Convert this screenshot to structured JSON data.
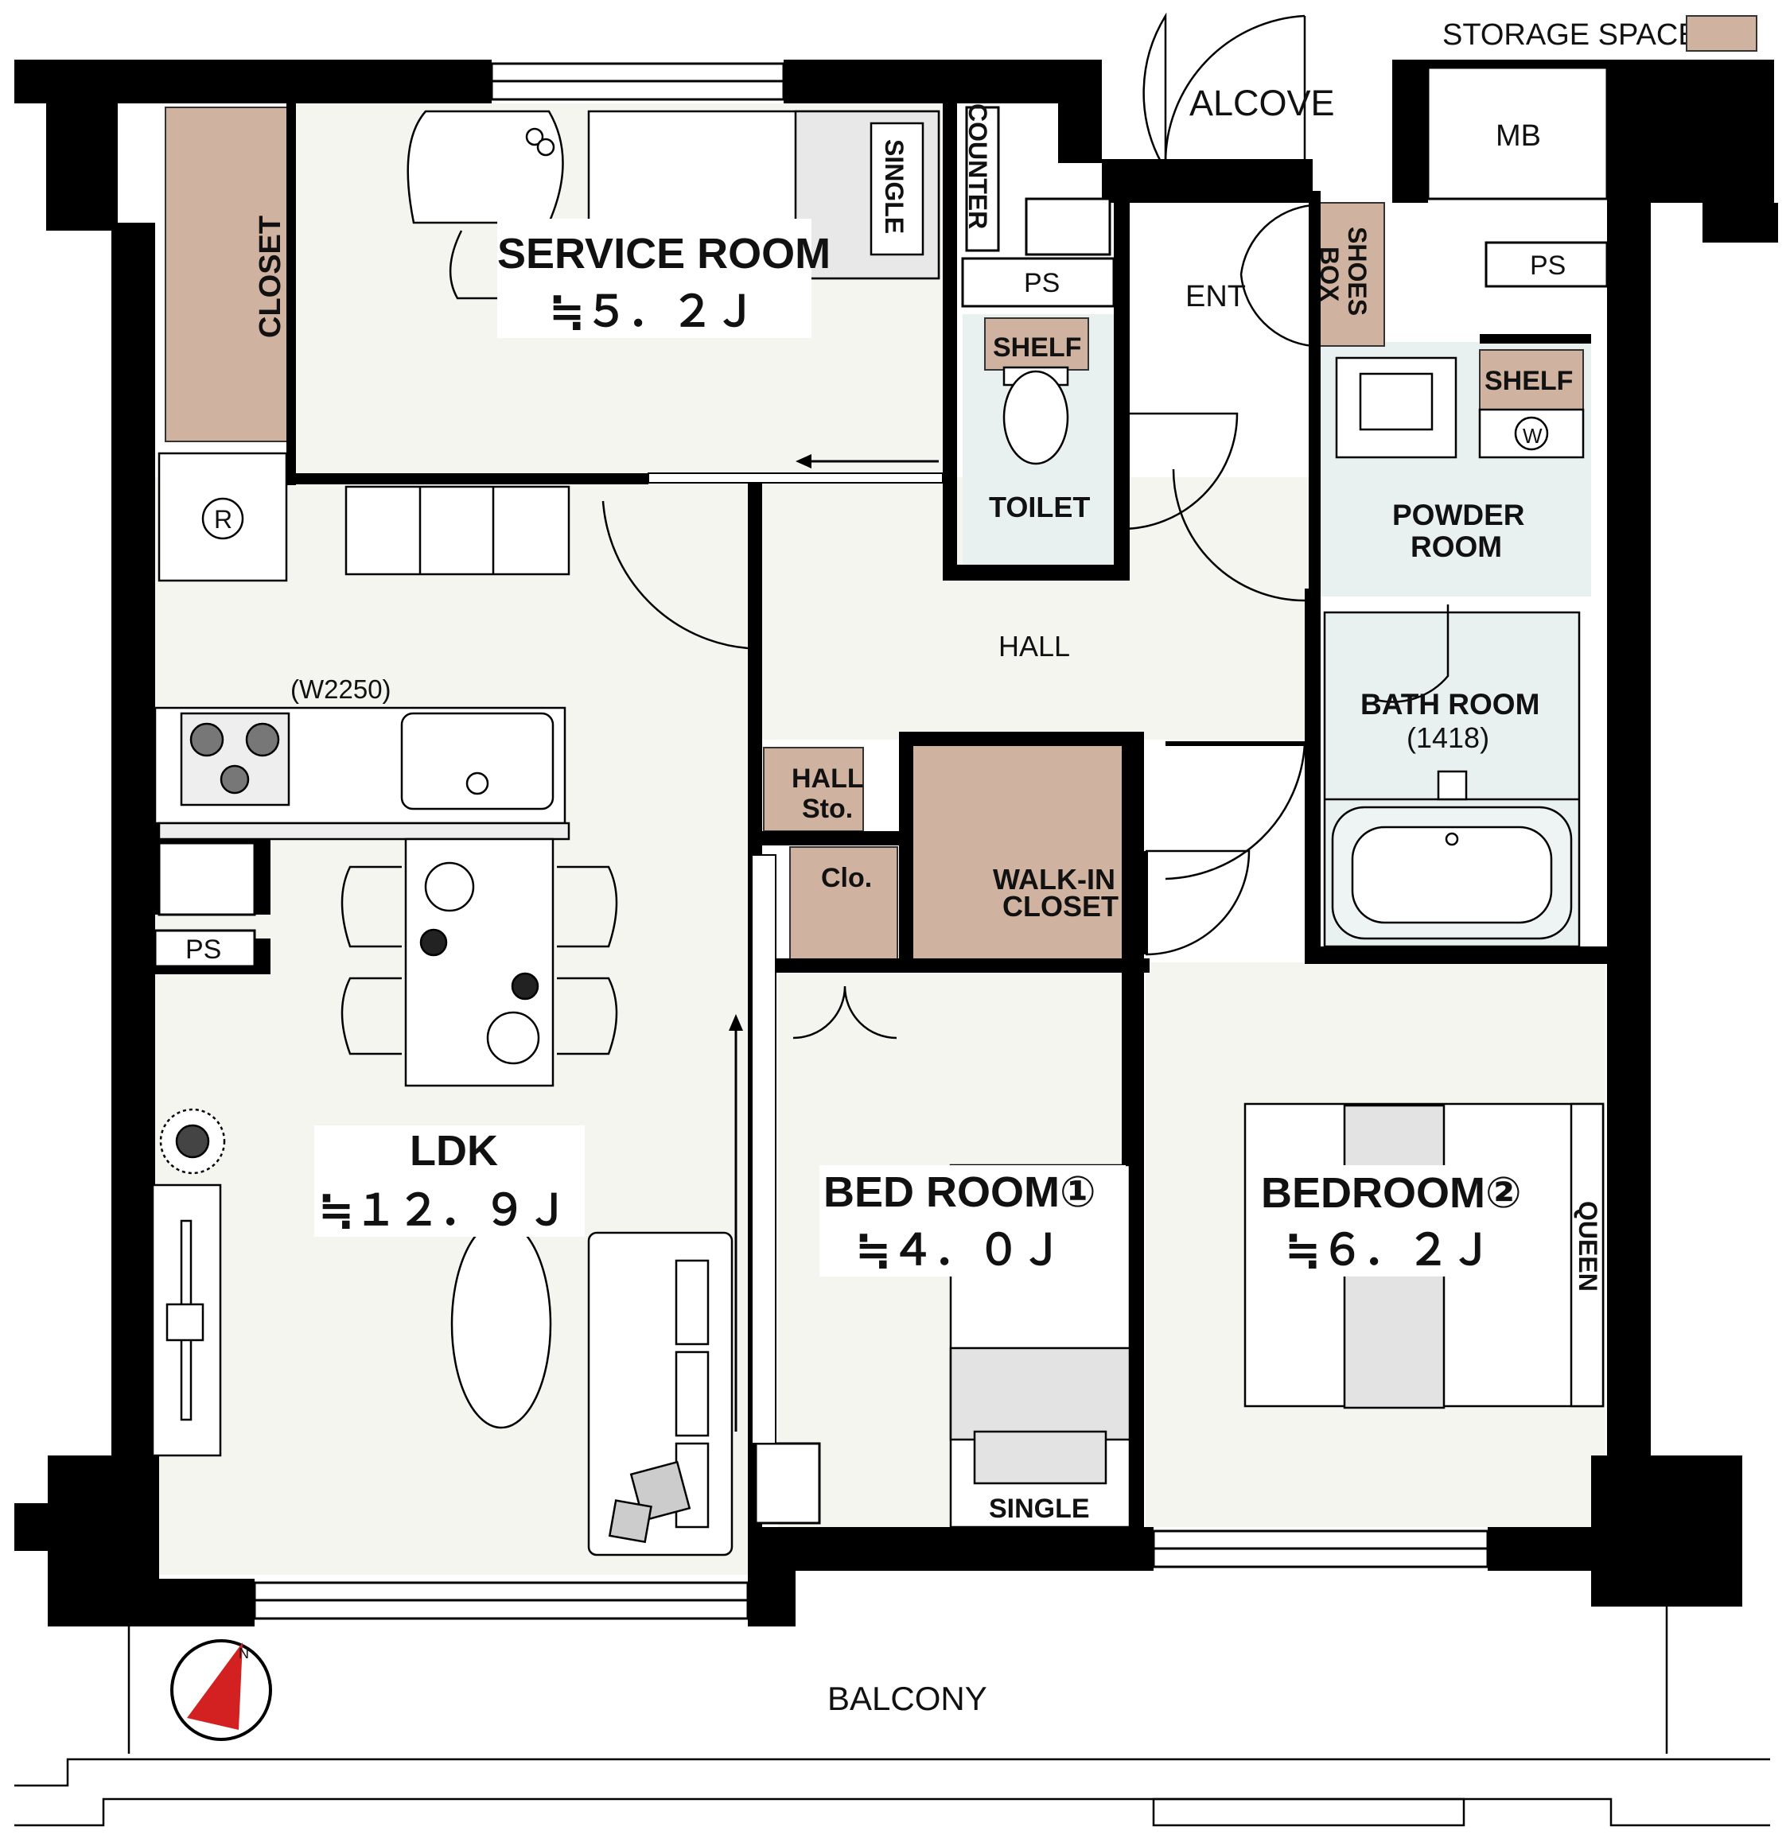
{
  "legend": {
    "label": "STORAGE SPACE",
    "swatch_color": "#cfb3a0"
  },
  "colors": {
    "wall": "#000000",
    "floor": "#f5f5f0",
    "wet": "#e9f0f0",
    "storage": "#cfb3a0",
    "compass": "#d32020"
  },
  "rooms": {
    "service_room": {
      "name": "SERVICE ROOM",
      "area": "≒５．２Ｊ"
    },
    "ldk": {
      "name": "LDK",
      "area": "≒１２．９Ｊ"
    },
    "bedroom1": {
      "name": "BED ROOM①",
      "area": "≒４．０Ｊ"
    },
    "bedroom2": {
      "name": "BEDROOM②",
      "area": "≒６．２Ｊ"
    },
    "hall": "HALL",
    "toilet": "TOILET",
    "powder_room": {
      "line1": "POWDER",
      "line2": "ROOM"
    },
    "bath_room": {
      "name": "BATH ROOM",
      "size": "(1418)"
    },
    "entrance": "ENT",
    "alcove": "ALCOVE",
    "balcony": "BALCONY"
  },
  "storage": {
    "closet": "CLOSET",
    "shelf_toilet": "SHELF",
    "shelf_powder": "SHELF",
    "shoes_box": {
      "line1": "SHOES",
      "line2": "BOX"
    },
    "hall_sto": {
      "line1": "HALL",
      "line2": "Sto."
    },
    "clo": "Clo.",
    "walk_in": {
      "line1": "WALK-IN",
      "line2": "CLOSET"
    }
  },
  "fixtures": {
    "mb": "MB",
    "ps_top_center": "PS",
    "ps_top_right": "PS",
    "ps_ldk": "PS",
    "counter": "COUNTER",
    "single_service": "SINGLE",
    "single_bedroom1": "SINGLE",
    "queen": "QUEEN",
    "kitchen_width": "(W2250)",
    "fridge_mark": "R",
    "washer_mark": "W"
  },
  "compass": {
    "north_label": "N",
    "rotation_deg": 15
  }
}
